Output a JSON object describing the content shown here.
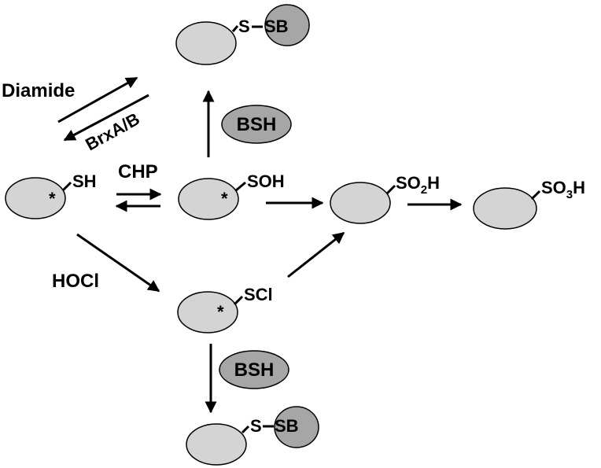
{
  "species": {
    "thiol": {
      "group": "SH",
      "star": "*"
    },
    "sulfenic": {
      "group": "SOH",
      "star": "*"
    },
    "sulfinic": {
      "group_main": "SO",
      "group_sub": "2",
      "group_tail": "H"
    },
    "sulfonic": {
      "group_main": "SO",
      "group_sub": "3",
      "group_tail": "H"
    },
    "chloride": {
      "group": "SCl",
      "star": "*"
    },
    "bacillithiolated_top": {
      "s": "S",
      "sb": "SB"
    },
    "bacillithiolated_bottom": {
      "s": "S",
      "sb": "SB"
    }
  },
  "reagents": {
    "diamide": "Diamide",
    "brx": "BrxA/B",
    "chp": "CHP",
    "hocl": "HOCl",
    "bsh_top": "BSH",
    "bsh_bottom": "BSH"
  }
}
